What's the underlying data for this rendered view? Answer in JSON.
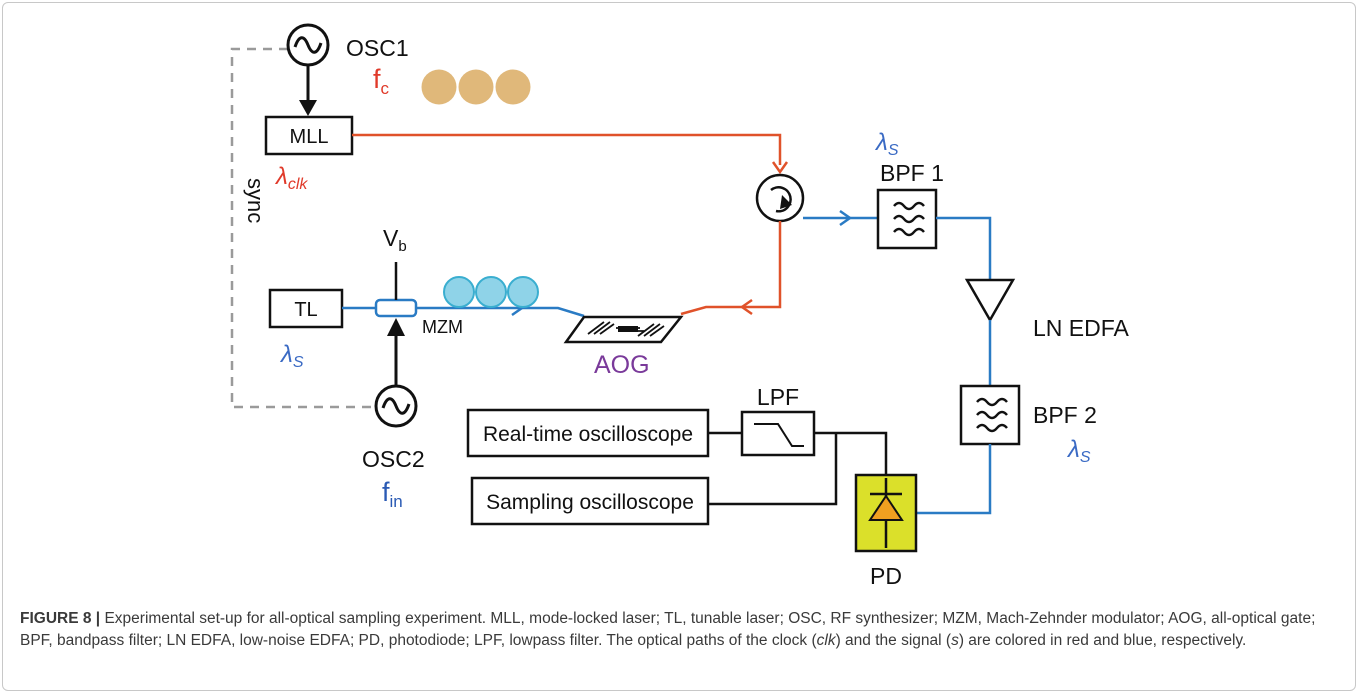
{
  "labels": {
    "osc1": "OSC1",
    "fc_main": "f",
    "fc_sub": "c",
    "mll": "MLL",
    "lambda_clk_main": "λ",
    "lambda_clk_sub": "clk",
    "sync": "sync",
    "vb_main": "V",
    "vb_sub": "b",
    "tl": "TL",
    "lambda_s_tl_main": "λ",
    "lambda_s_tl_sub": "S",
    "mzm": "MZM",
    "aog": "AOG",
    "osc2": "OSC2",
    "fin_main": "f",
    "fin_sub": "in",
    "lambda_s_top_main": "λ",
    "lambda_s_top_sub": "S",
    "bpf1": "BPF 1",
    "ln_edfa": "LN EDFA",
    "bpf2": "BPF 2",
    "lambda_s_bpf2_main": "λ",
    "lambda_s_bpf2_sub": "S",
    "lpf": "LPF",
    "realtime_osc": "Real-time oscilloscope",
    "sampling_osc": "Sampling oscilloscope",
    "pd": "PD"
  },
  "colors": {
    "clock_path": "#e0522a",
    "signal_path": "#2a7bc4",
    "sync_line": "#9a9a9a",
    "polarization_clock": "#e0b87a",
    "polarization_signal": "#8fd3e8",
    "pd_fill": "#dbe02a",
    "pd_diode": "#f0a020",
    "aog_label": "#7a3a9a",
    "f_c": "#e03a2a",
    "f_in": "#2a5ab4",
    "lambda_signal": "#3a6ac4"
  },
  "caption": {
    "figure_label": "FIGURE 8 |",
    "text": " Experimental set-up for all-optical sampling experiment. MLL, mode-locked laser; TL, tunable laser; OSC, RF synthesizer; MZM, Mach-Zehnder modulator; AOG, all-optical gate; BPF, bandpass filter; LN EDFA, low-noise EDFA; PD, photodiode; LPF, lowpass filter. The optical paths of the clock (",
    "clk_italic": "clk",
    "text_mid": ") and the signal (",
    "s_italic": "s",
    "text_end": ") are colored in red and blue, respectively."
  }
}
